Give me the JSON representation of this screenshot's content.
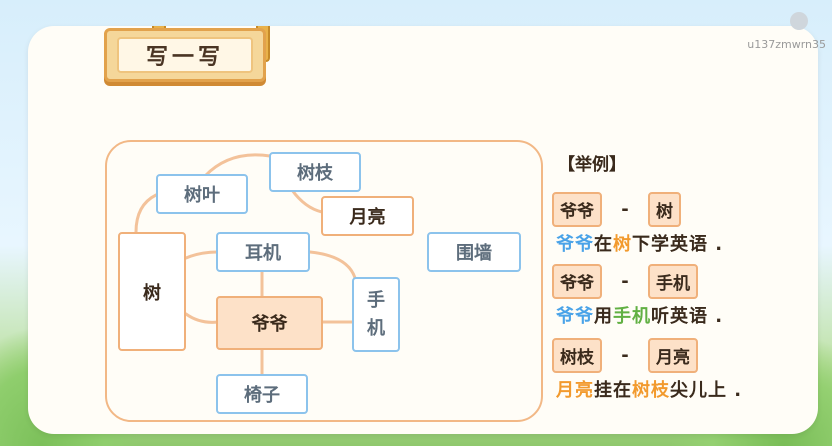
{
  "header": {
    "title": "写一写"
  },
  "watermark": "u137zmwrn35",
  "diagram": {
    "nodes": {
      "shuye": "树叶",
      "shuzhi": "树枝",
      "yueliang": "月亮",
      "shu": "树",
      "erji": "耳机",
      "weiqiang": "围墙",
      "shouji_1": "手",
      "shouji_2": "机",
      "yeye": "爷爷",
      "yizi": "椅子"
    }
  },
  "examples": {
    "title": "【举例】",
    "items": [
      {
        "left": "爷爷",
        "dash": "-",
        "right": "树",
        "sentence": [
          {
            "t": "爷爷",
            "c": "blue"
          },
          {
            "t": "在"
          },
          {
            "t": "树",
            "c": "orange"
          },
          {
            "t": "下学英语 ."
          }
        ]
      },
      {
        "left": "爷爷",
        "dash": "-",
        "right": "手机",
        "sentence": [
          {
            "t": "爷爷",
            "c": "blue"
          },
          {
            "t": "用"
          },
          {
            "t": "手机",
            "c": "green"
          },
          {
            "t": "听英语 ."
          }
        ]
      },
      {
        "left": "树枝",
        "dash": "-",
        "right": "月亮",
        "sentence": [
          {
            "t": "月亮",
            "c": "orange"
          },
          {
            "t": "挂在"
          },
          {
            "t": "树枝",
            "c": "orange"
          },
          {
            "t": "尖儿上 ."
          }
        ]
      }
    ]
  },
  "colors": {
    "blue": "#4aa3e8",
    "orange": "#f29a2e",
    "green": "#61b043",
    "card_border": "#f0b07a",
    "node_border": "#8cc3ec"
  }
}
